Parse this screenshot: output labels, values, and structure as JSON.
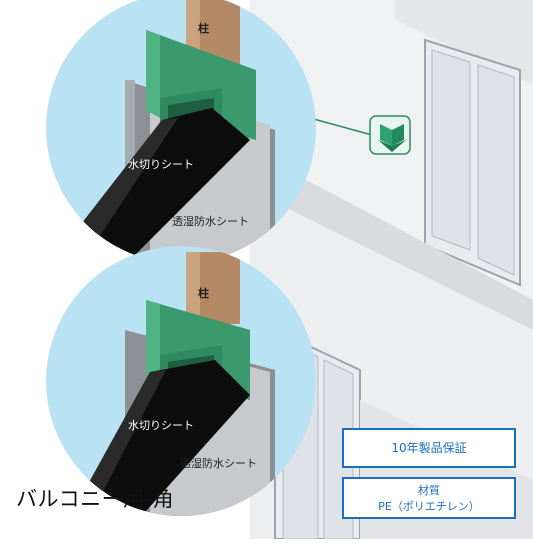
{
  "pillar_label": "柱",
  "upper_detail": {
    "flashing_sheet": "水切りシート",
    "breathable_sheet": "透湿防水シート"
  },
  "lower_detail": {
    "flashing_sheet": "水切りシート",
    "breathable_sheet": "透湿防水シート"
  },
  "product_title": "バルコニー用-角",
  "warranty": "10年製品保証",
  "material": {
    "heading": "材質",
    "value": "PE（ポリエチレン）"
  },
  "colors": {
    "accent_blue": "#1a6fc0",
    "sheet_green": "#3a9a6e",
    "circle_bg": "#b9e2f2",
    "pillar_brown": "#b48a66"
  }
}
